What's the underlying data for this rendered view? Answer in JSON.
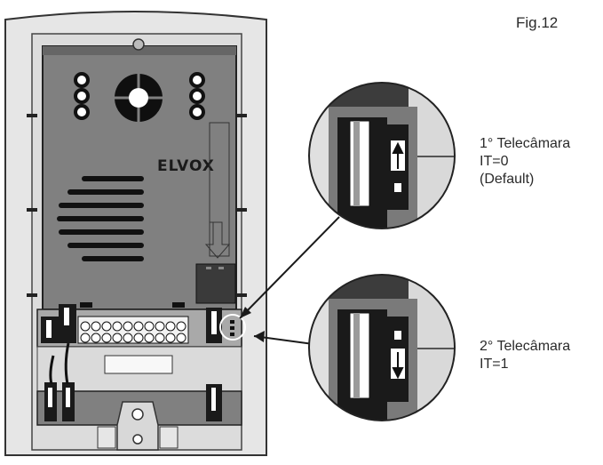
{
  "figure": {
    "title": "Fig.12",
    "brand": "ELVOX",
    "callouts": [
      {
        "lines": [
          "1° Telecâmara",
          "IT=0",
          "(Default)"
        ],
        "arrow": "up"
      },
      {
        "lines": [
          "2° Telecâmara",
          "IT=1"
        ],
        "arrow": "down"
      }
    ]
  },
  "colors": {
    "housing": "#e4e4e4",
    "board": "#7f7f7f",
    "dark": "#1c1c1c",
    "outline": "#3a3a3a"
  }
}
